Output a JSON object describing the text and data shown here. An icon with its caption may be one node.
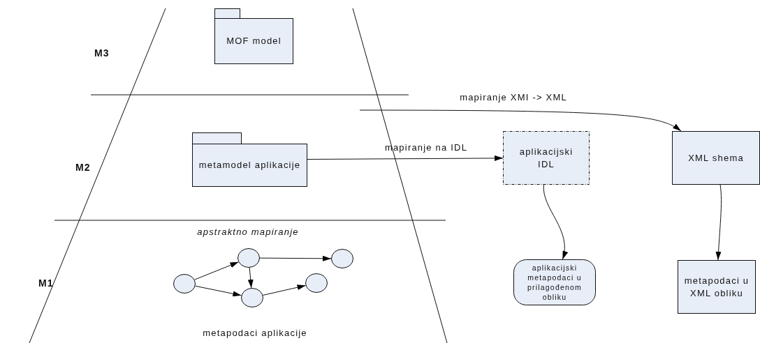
{
  "diagram": {
    "nodes": [
      {
        "text": [
          "MOF model"
        ]
      },
      {
        "text": [
          "metamodel aplikacije"
        ]
      },
      {
        "text": [
          "aplikacijski IDL"
        ]
      },
      {
        "text": [
          "XML shema"
        ]
      },
      {
        "text": [
          "aplikacijski metapodaci u prilagođenom obliku"
        ]
      },
      {
        "text": [
          "metapodaci u XML obliku"
        ]
      },
      {
        "text": [],
        "shape": "circle"
      },
      {
        "text": [],
        "shape": "circle"
      },
      {
        "text": [],
        "shape": "circle"
      },
      {
        "text": [],
        "shape": "circle"
      },
      {
        "text": [],
        "shape": "circle"
      }
    ],
    "edges": [
      {
        "from": null,
        "to": 3,
        "arrow": "to",
        "label": "mapiranje XMI -> XML"
      },
      {
        "from": 1,
        "to": 2,
        "arrow": "to",
        "label": "mapiranje na IDL"
      },
      {
        "from": 2,
        "to": 4,
        "arrow": "to"
      },
      {
        "from": 3,
        "to": 5,
        "arrow": "to"
      },
      {
        "from": 6,
        "to": 7,
        "arrow": "to"
      },
      {
        "from": 6,
        "to": 8,
        "arrow": "to"
      },
      {
        "from": 7,
        "to": 8,
        "arrow": "to"
      },
      {
        "from": 7,
        "to": 10,
        "arrow": "to"
      },
      {
        "from": 8,
        "to": 9,
        "arrow": "to"
      }
    ],
    "labels": [
      "M3",
      "M2",
      "M1",
      "apstraktno mapiranje",
      "metapodaci aplikacije"
    ]
  }
}
